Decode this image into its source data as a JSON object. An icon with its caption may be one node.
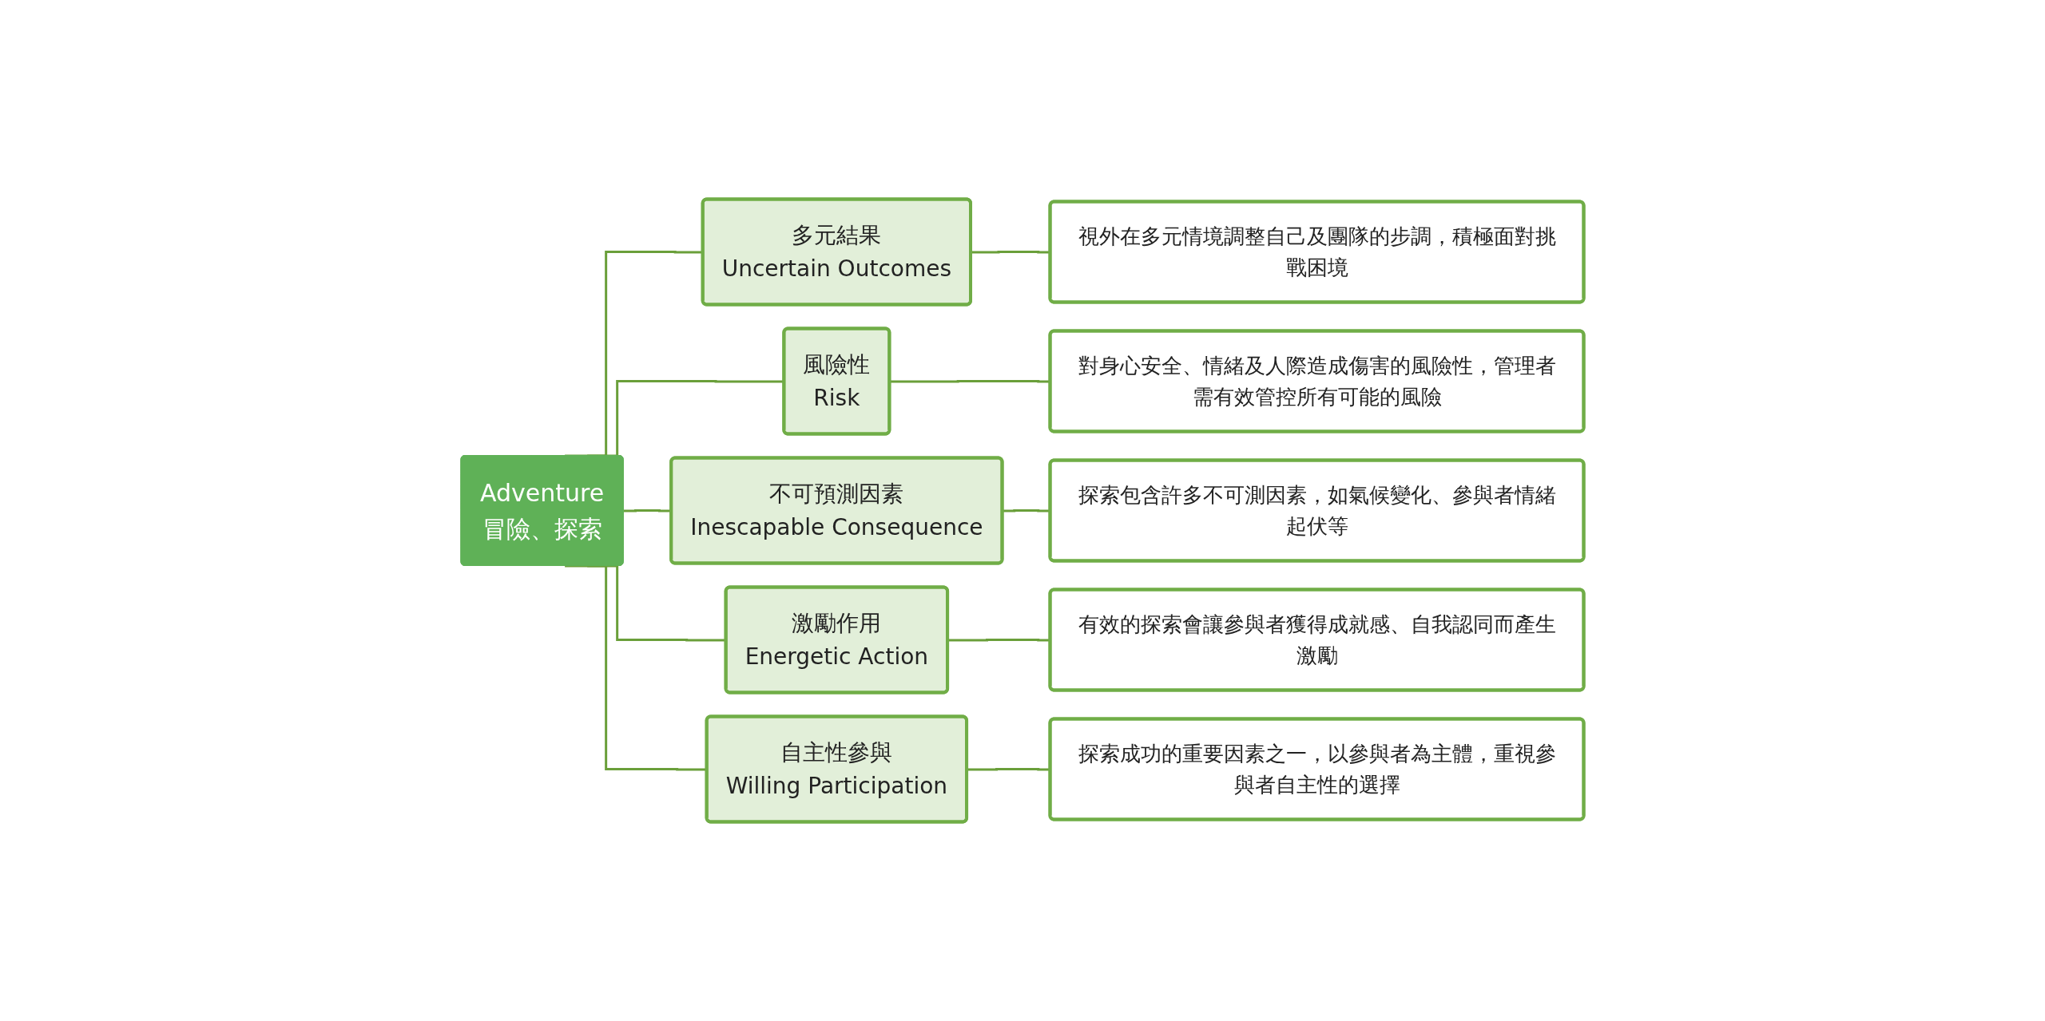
{
  "diagram": {
    "nodes": [
      {
        "text": [
          "Adventure",
          "冒險、探索"
        ]
      },
      {
        "text": [
          "多元結果",
          "Uncertain Outcomes"
        ]
      },
      {
        "text": [
          "風險性",
          "Risk"
        ]
      },
      {
        "text": [
          "不可預測因素",
          "Inescapable Consequence"
        ]
      },
      {
        "text": [
          "激勵作用",
          "Energetic Action"
        ]
      },
      {
        "text": [
          "自主性參與",
          "Willing Participation"
        ]
      },
      {
        "text": [
          "視外在多元情境調整自己及團隊的步調，積極面對挑戰困境"
        ]
      },
      {
        "text": [
          "對身心安全、情緒及人際造成傷害的風險性，管理者需有效管控所有可能的風險"
        ]
      },
      {
        "text": [
          "探索包含許多不可測因素，如氣候變化、參與者情緒起伏等"
        ]
      },
      {
        "text": [
          "有效的探索會讓參與者獲得成就感、自我認同而產生激勵"
        ]
      },
      {
        "text": [
          "探索成功的重要因素之一，以參與者為主體，重視參與者自主性的選擇"
        ]
      }
    ],
    "edges": [
      {
        "from": 0,
        "to": 1,
        "arrow": "none"
      },
      {
        "from": 0,
        "to": 2,
        "arrow": "none"
      },
      {
        "from": 0,
        "to": 3,
        "arrow": "none"
      },
      {
        "from": 0,
        "to": 4,
        "arrow": "none"
      },
      {
        "from": 0,
        "to": 5,
        "arrow": "none"
      },
      {
        "from": 1,
        "to": 6,
        "arrow": "none"
      },
      {
        "from": 2,
        "to": 7,
        "arrow": "none"
      },
      {
        "from": 3,
        "to": 8,
        "arrow": "none"
      },
      {
        "from": 4,
        "to": 9,
        "arrow": "none"
      },
      {
        "from": 5,
        "to": 10,
        "arrow": "none"
      }
    ]
  }
}
